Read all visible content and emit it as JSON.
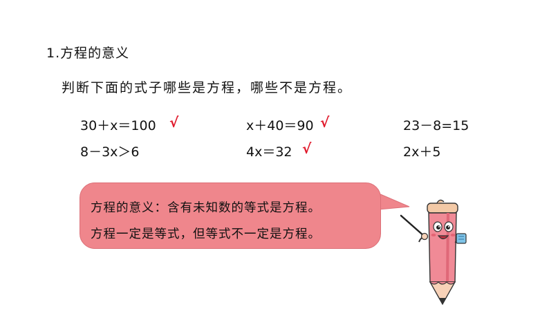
{
  "section": {
    "title": "1.方程的意义"
  },
  "instruction": "判断下面的式子哪些是方程，哪些不是方程。",
  "expressions": [
    {
      "text": "30＋x＝100",
      "is_equation": true
    },
    {
      "text": "x＋40＝90",
      "is_equation": true
    },
    {
      "text": "23－8=15",
      "is_equation": false
    },
    {
      "text": "8－3x＞6",
      "is_equation": false
    },
    {
      "text": "4x＝32",
      "is_equation": true
    },
    {
      "text": "2x＋5",
      "is_equation": false
    }
  ],
  "check_mark": "√",
  "bubble": {
    "line1": "方程的意义：含有未知数的等式是方程。",
    "line2": "方程一定是等式，但等式不一定是方程。"
  },
  "colors": {
    "bubble_fill": "#ef868c",
    "check": "#e0192b",
    "pencil_body": "#f08a96",
    "pencil_band": "#f3c9a6"
  },
  "icons": {
    "mascot": "pencil-character-with-pointer-icon"
  }
}
